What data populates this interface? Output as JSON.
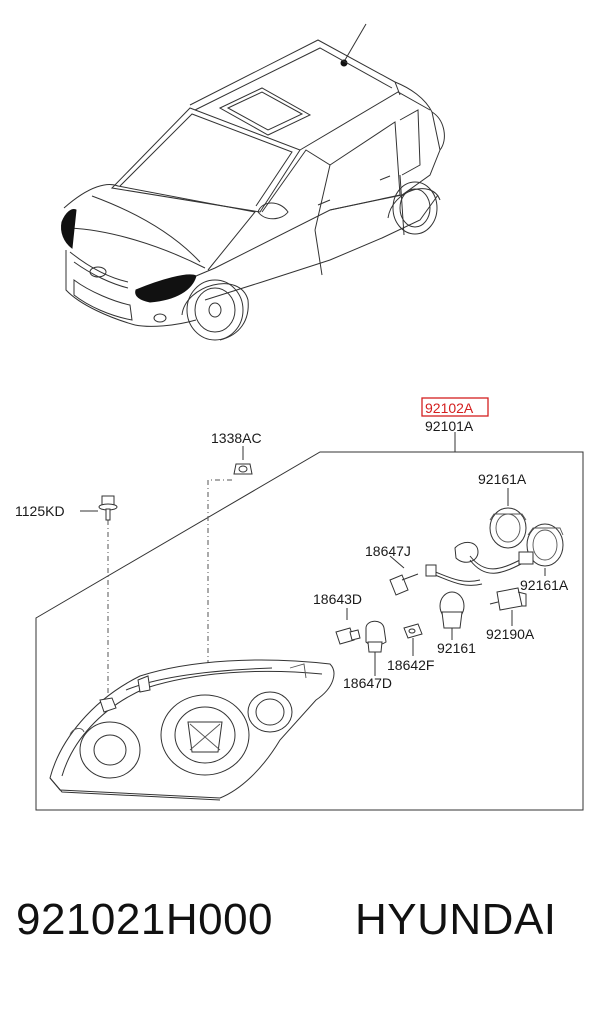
{
  "diagram": {
    "labels": {
      "assy_rh": "92102A",
      "assy_lh": "92101A",
      "screw": "1338AC",
      "bolt": "1125KD",
      "cap_1": "92161A",
      "cap_2": "92161A",
      "bulb_holder": "18647J",
      "bulb_h4": "18643D",
      "socket": "92161",
      "leveling_actuator": "92190A",
      "bulb_pos": "18642F",
      "bulb_main": "18647D"
    },
    "highlight_color": "#d42020"
  },
  "footer": {
    "part_number": "921021H000",
    "brand": "HYUNDAI"
  }
}
